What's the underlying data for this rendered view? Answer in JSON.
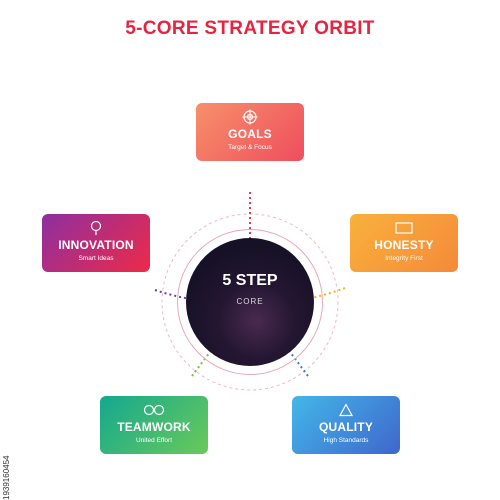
{
  "title": "5-CORE STRATEGY ORBIT",
  "core": {
    "title": "5 STEP",
    "subtitle": "CORE"
  },
  "cards": {
    "goals": {
      "name": "GOALS",
      "sub": "Target & Focus",
      "icon": "crosshair-icon"
    },
    "innovation": {
      "name": "INNOVATION",
      "sub": "Smart Ideas",
      "icon": "lightbulb-icon"
    },
    "honesty": {
      "name": "HONESTY",
      "sub": "Integrity First",
      "icon": "rectangle-icon"
    },
    "teamwork": {
      "name": "TEAMWORK",
      "sub": "United Effort",
      "icon": "two-circles-icon"
    },
    "quality": {
      "name": "QUALITY",
      "sub": "High Standards",
      "icon": "triangle-icon"
    }
  },
  "stock_id": "1939160454",
  "colors": {
    "title": "#e8233f",
    "goals_line": "#e23a55",
    "innovation_line": "#6a3bb0",
    "honesty_line": "#f4b120",
    "teamwork_line": "#7bbf3a",
    "quality_line": "#3a7bd5"
  }
}
